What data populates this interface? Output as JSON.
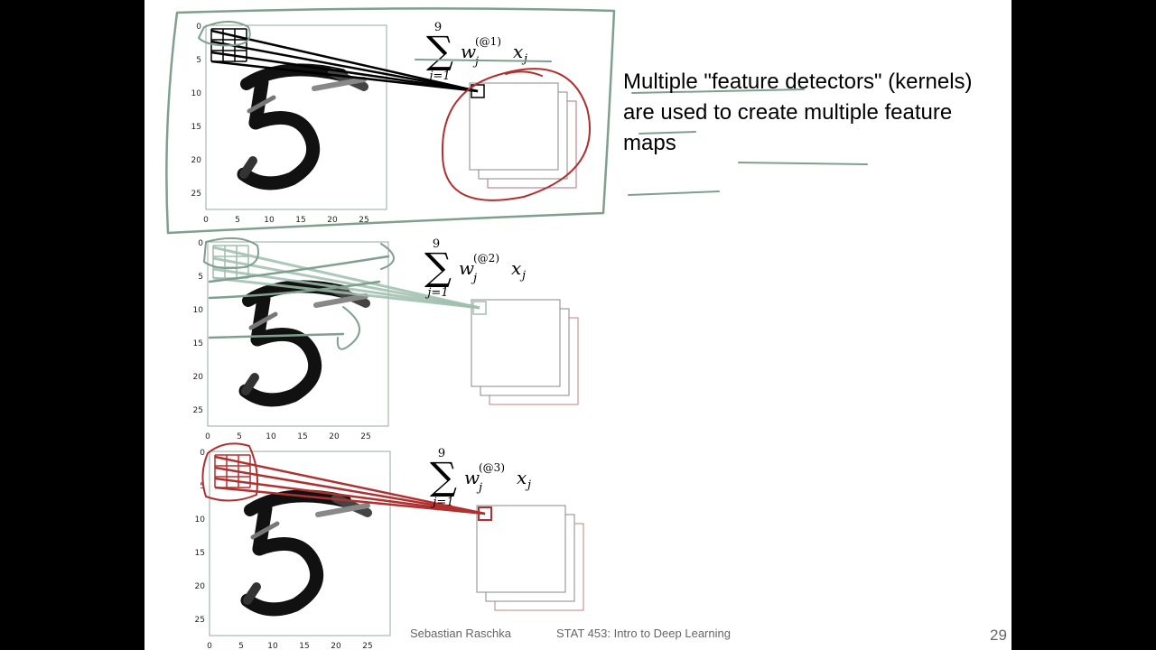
{
  "slide": {
    "caption": "Multiple \"feature detectors\" (kernels) are used to create multiple feature maps",
    "footer_author": "Sebastian Raschka",
    "footer_course": "STAT 453: Intro to Deep Learning",
    "page_number": "29"
  },
  "axis_ticks": {
    "x": [
      "0",
      "5",
      "10",
      "15",
      "20",
      "25"
    ],
    "y": [
      "0",
      "5",
      "10",
      "15",
      "20",
      "25"
    ]
  },
  "equations": [
    {
      "upper": "9",
      "lower": "j=1",
      "weight": "w",
      "weight_index": "j",
      "kernel_label": "(@1)",
      "input": "x",
      "input_index": "j"
    },
    {
      "upper": "9",
      "lower": "j=1",
      "weight": "w",
      "weight_index": "j",
      "kernel_label": "(@2)",
      "input": "x",
      "input_index": "j"
    },
    {
      "upper": "9",
      "lower": "j=1",
      "weight": "w",
      "weight_index": "j",
      "kernel_label": "(@3)",
      "input": "x",
      "input_index": "j"
    }
  ],
  "colors": {
    "slide_background": "#ffffff",
    "frame_background": "#000000",
    "annotation_green": "#7f9f8f",
    "annotation_red": "#b03030",
    "kernel_line_black": "#000000",
    "kernel_line_green": "#9fbfaf",
    "kernel_line_red": "#b03030"
  }
}
